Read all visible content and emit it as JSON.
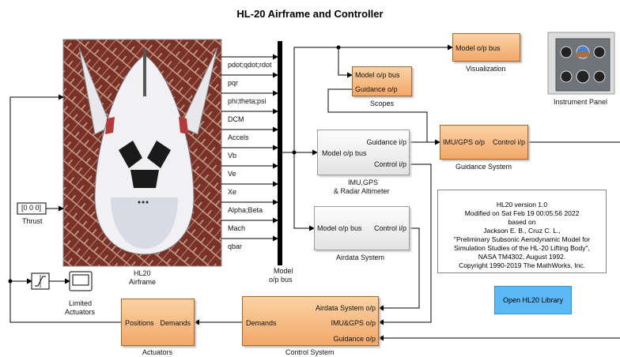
{
  "title": "HL-20 Airframe and Controller",
  "airframe": {
    "label_line1": "HL20",
    "label_line2": "Airframe",
    "outputs": [
      "pdot;qdot;rdot",
      "pqr",
      "phi;theta;psi",
      "DCM",
      "Accels",
      "Vb",
      "Ve",
      "Xe",
      "Alpha;Beta",
      "Mach",
      "qbar"
    ]
  },
  "bus_label_line1": "Model",
  "bus_label_line2": "o/p bus",
  "thrust": {
    "value": "[0 0 0]",
    "label": "Thrust"
  },
  "limited_actuators": {
    "label_line1": "Limited",
    "label_line2": "Actuators"
  },
  "visualization": {
    "port": "Model o/p  bus",
    "label": "Visualization"
  },
  "instrument_panel": {
    "label": "Instrument Panel"
  },
  "scopes": {
    "port1": "Model o/p bus",
    "port2": "Guidance o/p",
    "label": "Scopes"
  },
  "imu": {
    "in_port": "Model o/p bus",
    "out1": "Guidance i/p",
    "out2": "Control i/p",
    "label_line1": "IMU,GPS",
    "label_line2": "& Radar Altimeter"
  },
  "guidance": {
    "in_port": "IMU/GPS o/p",
    "out_port": "Control i/p",
    "label": "Guidance System"
  },
  "airdata": {
    "in_port": "Model o/p bus",
    "out_port": "Control i/p",
    "label": "Airdata System"
  },
  "note": {
    "lines": [
      "HL20 version 1.0",
      "Modified on Sat Feb 19 00:05:56 2022",
      "based on",
      "Jackson E. B., Cruz C. L.,",
      "\"Preliminary Subsonic Aerodynamic Model for",
      "Simulation Studies of the HL-20 Lifting Body\",",
      "NASA TM4302, August 1992.",
      "Copyright 1990-2019 The MathWorks, Inc."
    ]
  },
  "library_button": "Open HL20 Library",
  "actuators": {
    "in_port": "Positions",
    "out_port": "Demands",
    "label": "Actuators"
  },
  "control": {
    "in1": "Airdata System o/p",
    "in2": "IMU&GPS o/p",
    "in3": "Guidance o/p",
    "out_port": "Demands",
    "label": "Control System"
  },
  "colors": {
    "block_orange": "#f5b47a",
    "block_gray": "#ededed",
    "library_blue": "#5cb9f6"
  }
}
